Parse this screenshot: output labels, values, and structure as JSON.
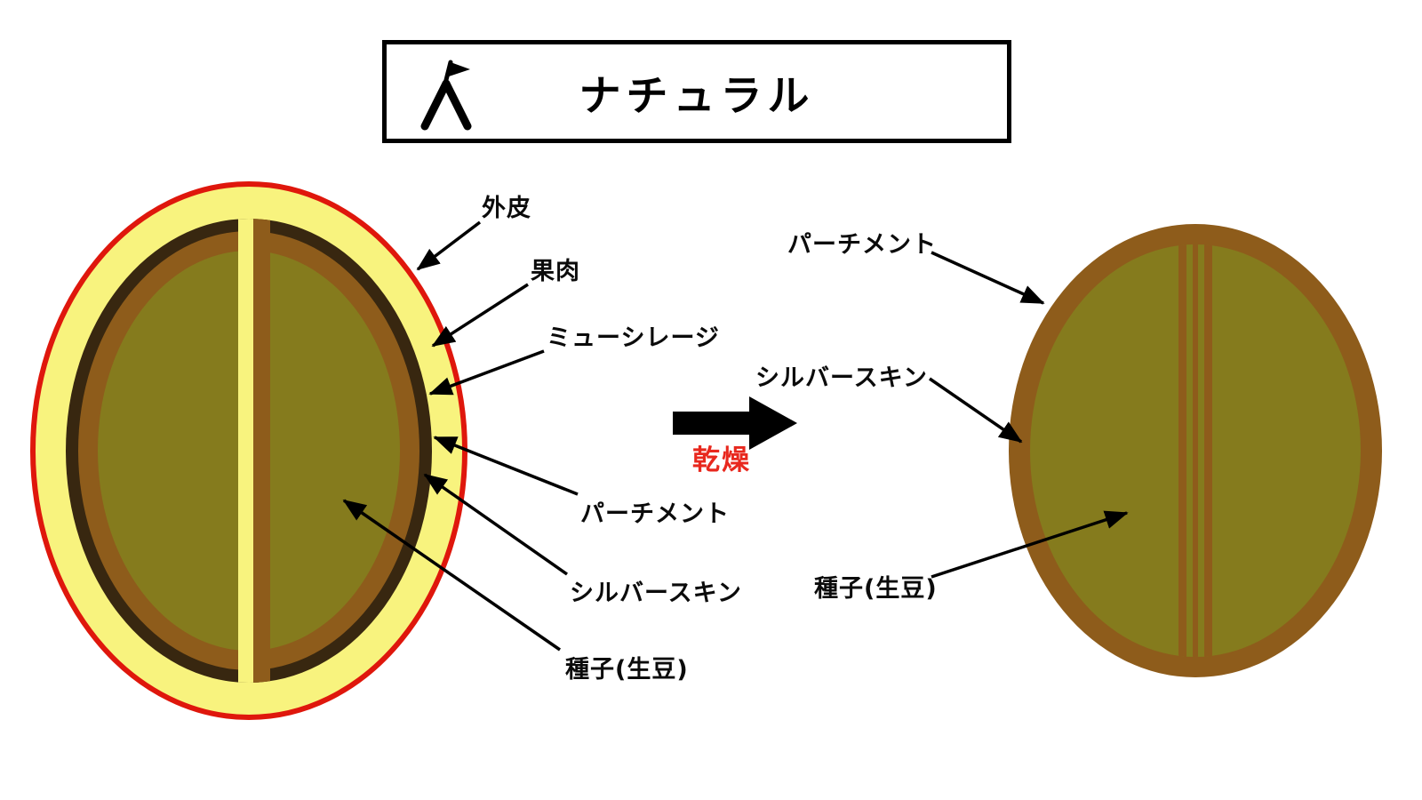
{
  "title": {
    "text": "ナチュラル",
    "icon": "summit-flag-icon"
  },
  "process": {
    "label": "乾燥",
    "label_color": "#e8281e"
  },
  "colors": {
    "outer_skin": "#df170c",
    "pulp": "#f8f37e",
    "mucilage": "#382710",
    "parchment": "#8e5c1b",
    "bean": "#857b1d",
    "arrow": "#000000"
  },
  "left_labels": [
    {
      "text": "外皮"
    },
    {
      "text": "果肉"
    },
    {
      "text": "ミューシレージ"
    },
    {
      "text": "パーチメント"
    },
    {
      "text": "シルバースキン"
    },
    {
      "text": "種子(生豆)"
    }
  ],
  "right_labels": [
    {
      "text": "パーチメント"
    },
    {
      "text": "シルバースキン"
    },
    {
      "text": "種子(生豆)"
    }
  ]
}
